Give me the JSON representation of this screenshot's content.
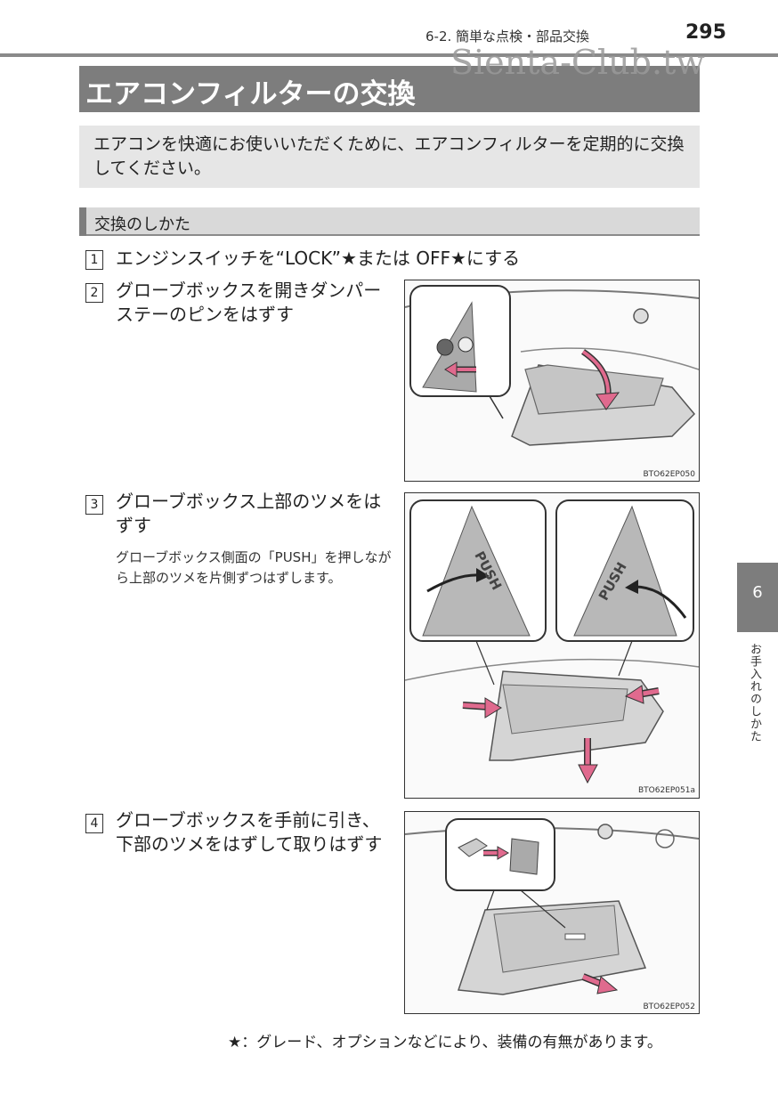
{
  "header": {
    "section": "6-2. 簡単な点検・部品交換",
    "page_number": "295",
    "watermark": "Sienta-Club.tw"
  },
  "title": "エアコンフィルターの交換",
  "intro": "エアコンを快適にお使いいただくために、エアコンフィルターを定期的に交換してください。",
  "section_heading": "交換のしかた",
  "steps": [
    {
      "num": "1",
      "text": "エンジンスイッチを“LOCK”★または OFF★にする"
    },
    {
      "num": "2",
      "text": "グローブボックスを開きダンパーステーのピンをはずす",
      "figure_code": "BTO62EP050"
    },
    {
      "num": "3",
      "text": "グローブボックス上部のツメをはずす",
      "note": "グローブボックス側面の「PUSH」を押しながら上部のツメを片側ずつはずします。",
      "figure_code": "BTO62EP051a",
      "figure_label": "PUSH"
    },
    {
      "num": "4",
      "text": "グローブボックスを手前に引き、下部のツメをはずして取りはずす",
      "figure_code": "BTO62EP052"
    }
  ],
  "footnote": "★：グレード、オプションなどにより、装備の有無があります。",
  "side_tab": {
    "number": "6",
    "label": "お手入れのしかた"
  },
  "colors": {
    "title_bar": "#7d7d7d",
    "intro_bg": "#e6e6e6",
    "arrow": "#e06a8e",
    "rule": "#8a8a8a"
  }
}
